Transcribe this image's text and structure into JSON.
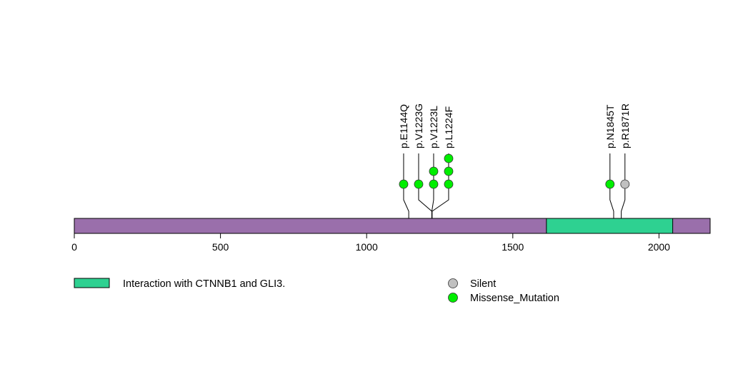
{
  "chart_data": {
    "type": "lollipop",
    "protein_length": 2175,
    "xlim": [
      0,
      2175
    ],
    "x_ticks": [
      0,
      500,
      1000,
      1500,
      2000
    ],
    "colors": {
      "backbone": "#9a6fab",
      "domain": "#2ed191",
      "Missense_Mutation": "#00ee00",
      "Silent": "#c0c0c0"
    },
    "domains": [
      {
        "name": "Interaction with CTNNB1 and GLI3.",
        "start": 1615,
        "end": 2047
      }
    ],
    "mutations": [
      {
        "label": "p.E1144Q",
        "position": 1144,
        "type": "Missense_Mutation",
        "count": 1
      },
      {
        "label": "p.V1223G",
        "position": 1223,
        "type": "Missense_Mutation",
        "count": 1
      },
      {
        "label": "p.V1223L",
        "position": 1223,
        "type": "Missense_Mutation",
        "count": 2
      },
      {
        "label": "p.L1224F",
        "position": 1224,
        "type": "Missense_Mutation",
        "count": 3
      },
      {
        "label": "p.N1845T",
        "position": 1845,
        "type": "Missense_Mutation",
        "count": 1
      },
      {
        "label": "p.R1871R",
        "position": 1871,
        "type": "Silent",
        "count": 1
      }
    ],
    "legend": {
      "domains": [
        {
          "label": "Interaction with CTNNB1 and GLI3.",
          "color": "#2ed191"
        }
      ],
      "mutation_types": [
        {
          "label": "Silent",
          "color": "#c0c0c0"
        },
        {
          "label": "Missense_Mutation",
          "color": "#00ee00"
        }
      ]
    }
  }
}
